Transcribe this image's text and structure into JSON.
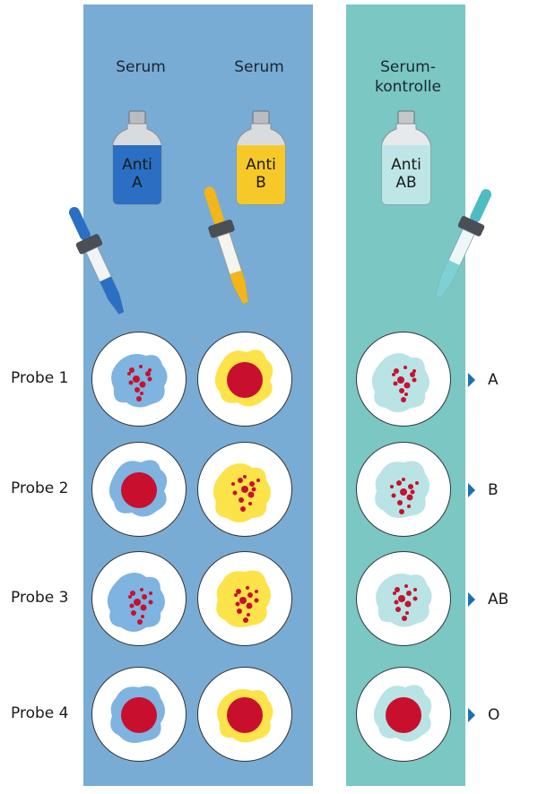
{
  "columns": [
    {
      "title": "Serum",
      "reagent": {
        "line1": "Anti",
        "line2": "A"
      },
      "color": "#2a6fc4",
      "spot_color": "#7fb3e0"
    },
    {
      "title": "Serum",
      "reagent": {
        "line1": "Anti",
        "line2": "B"
      },
      "color": "#f2c21a",
      "spot_color": "#fde34a"
    },
    {
      "title": "Serum-\nkontrolle",
      "title_line1": "Serum-",
      "title_line2": "kontrolle",
      "reagent": {
        "line1": "Anti",
        "line2": "AB"
      },
      "color": "#5cc0c4",
      "spot_color": "#b9e3e4"
    }
  ],
  "rows": [
    {
      "label": "Probe 1",
      "result": "A",
      "reactions": [
        "agglutination",
        "solid",
        "agglutination"
      ]
    },
    {
      "label": "Probe 2",
      "result": "B",
      "reactions": [
        "solid",
        "agglutination",
        "agglutination"
      ]
    },
    {
      "label": "Probe 3",
      "result": "AB",
      "reactions": [
        "agglutination",
        "agglutination",
        "agglutination"
      ]
    },
    {
      "label": "Probe 4",
      "result": "O",
      "reactions": [
        "solid",
        "solid",
        "solid"
      ]
    }
  ],
  "colors": {
    "serum_panel": "#78acd4",
    "control_panel": "#7ac7c4",
    "blood": "#c8102e",
    "result_marker": "#1a6fb5"
  }
}
